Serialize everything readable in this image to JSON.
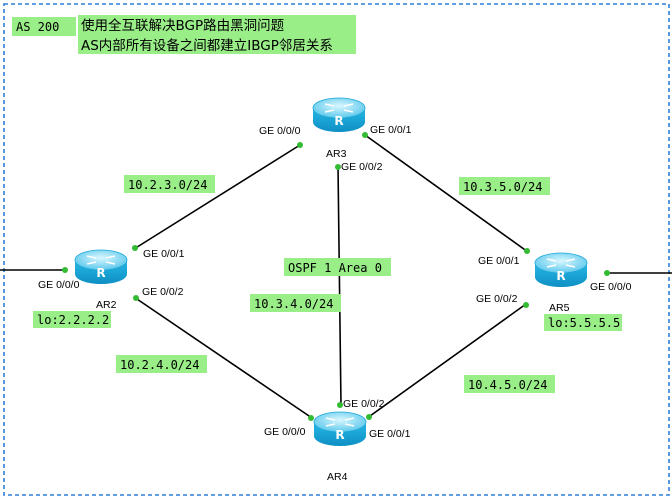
{
  "as_label": "AS 200",
  "note_lines": [
    "使用全互联解决BGP路由黑洞问题",
    "AS内部所有设备之间都建立IBGP邻居关系"
  ],
  "ospf_label": "OSPF 1 Area 0",
  "colors": {
    "highlight": "#99ee88",
    "border": "#2e7fd9",
    "router_top": "#9fe6f7",
    "router_body": "#1fb3e0",
    "link": "#000000",
    "port_dot": "#33bb33"
  },
  "routers": {
    "ar2": {
      "name": "AR2",
      "loopback": "lo:2.2.2.2"
    },
    "ar3": {
      "name": "AR3"
    },
    "ar4": {
      "name": "AR4"
    },
    "ar5": {
      "name": "AR5",
      "loopback": "lo:5.5.5.5"
    }
  },
  "ports": {
    "ar2_g000": "GE 0/0/0",
    "ar2_g001": "GE 0/0/1",
    "ar2_g002": "GE 0/0/2",
    "ar3_g000": "GE 0/0/0",
    "ar3_g001": "GE 0/0/1",
    "ar3_g002": "GE 0/0/2",
    "ar4_g000": "GE 0/0/0",
    "ar4_g001": "GE 0/0/1",
    "ar4_g002": "GE 0/0/2",
    "ar5_g000": "GE 0/0/0",
    "ar5_g001": "GE 0/0/1",
    "ar5_g002": "GE 0/0/2"
  },
  "networks": {
    "n23": "10.2.3.0/24",
    "n24": "10.2.4.0/24",
    "n34": "10.3.4.0/24",
    "n35": "10.3.5.0/24",
    "n45": "10.4.5.0/24"
  }
}
